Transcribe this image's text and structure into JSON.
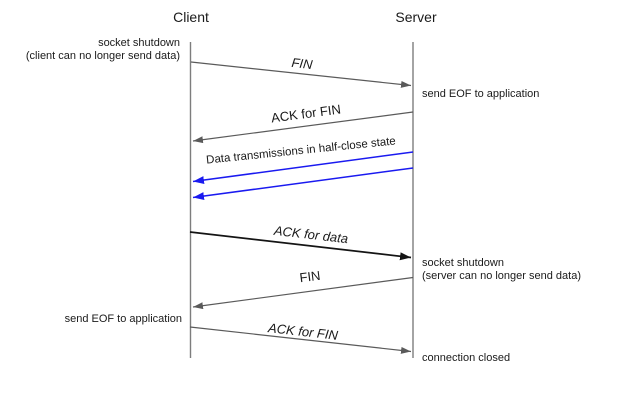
{
  "actors": {
    "client": "Client",
    "server": "Server"
  },
  "annotations": {
    "client_shutdown_1": "socket shutdown",
    "client_shutdown_2": "(client can no longer send data)",
    "client_send_eof": "send EOF to application",
    "server_send_eof": "send EOF to application",
    "server_shutdown_1": "socket shutdown",
    "server_shutdown_2": "(server can no longer send data)",
    "connection_closed": "connection closed"
  },
  "messages": {
    "fin_1": {
      "label": "FIN",
      "from": "client",
      "to": "server"
    },
    "ack_fin_1": {
      "label": "ACK for FIN",
      "from": "server",
      "to": "client"
    },
    "data_half_close": {
      "label": "Data transmissions in half-close state",
      "from": "server",
      "to": "client",
      "arrow_count": 2
    },
    "ack_data": {
      "label": "ACK for data",
      "from": "client",
      "to": "server"
    },
    "fin_2": {
      "label": "FIN",
      "from": "server",
      "to": "client"
    },
    "ack_fin_2": {
      "label": "ACK for FIN",
      "from": "client",
      "to": "server"
    }
  },
  "colors": {
    "arrow": "#5a5a5a",
    "arrow_emphasis": "#141414",
    "data_arrow": "#1a1af0",
    "lifeline": "#7d7d7d",
    "text": "#1a1a1a"
  }
}
